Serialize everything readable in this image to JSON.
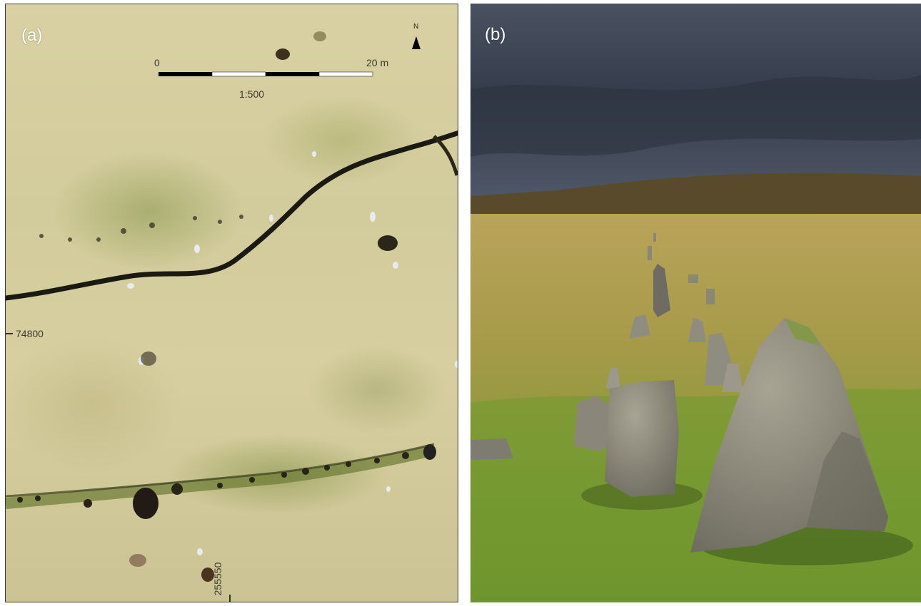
{
  "panel_a": {
    "letter": "(a)",
    "scale_bar": {
      "start_label": "0",
      "end_label": "20 m",
      "ratio_label": "1:500"
    },
    "north_label": "N",
    "easting_tick": "74800",
    "northing_tick": "255550"
  },
  "panel_b": {
    "letter": "(b)"
  },
  "colors": {
    "bog_grass": "#d5cd9d",
    "moss_green": "#7d8c3c",
    "channel_dark": "#1a1a12",
    "storm_sky": "#3e4656",
    "moor_grass": "#8e9440",
    "granite": "#8c8a7c"
  }
}
